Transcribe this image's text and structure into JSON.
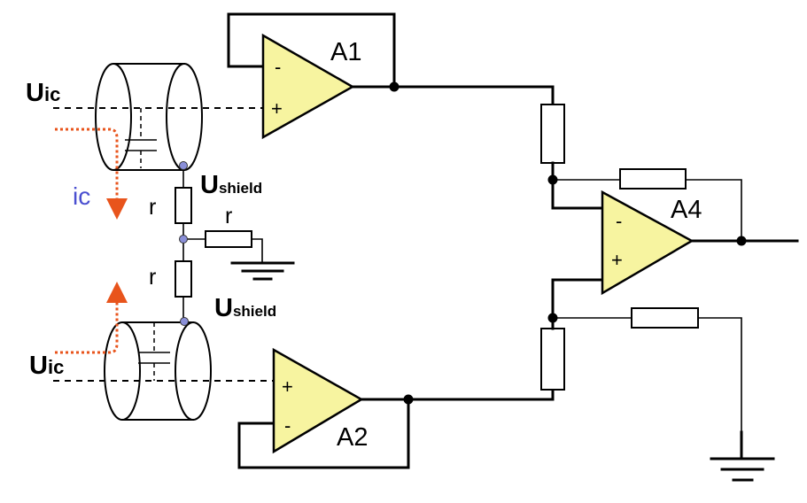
{
  "labels": {
    "a1": "A1",
    "a2": "A2",
    "a4": "A4",
    "uic_top_main": "U",
    "uic_top_sub": "ic",
    "uic_bottom_main": "U",
    "uic_bottom_sub": "ic",
    "ic": "ic",
    "r_top": "r",
    "r_middle": "r",
    "r_bottom": "r",
    "ushield_top_main": "U",
    "ushield_top_sub": "shield",
    "ushield_bottom_main": "U",
    "ushield_bottom_sub": "shield",
    "minus": "-",
    "plus": "+"
  },
  "colors": {
    "opamp_fill": "#f7f4a0",
    "current_arrow": "#e8541c",
    "ic_label": "#4a4fd0",
    "shield_node": "#8a8fd8"
  }
}
